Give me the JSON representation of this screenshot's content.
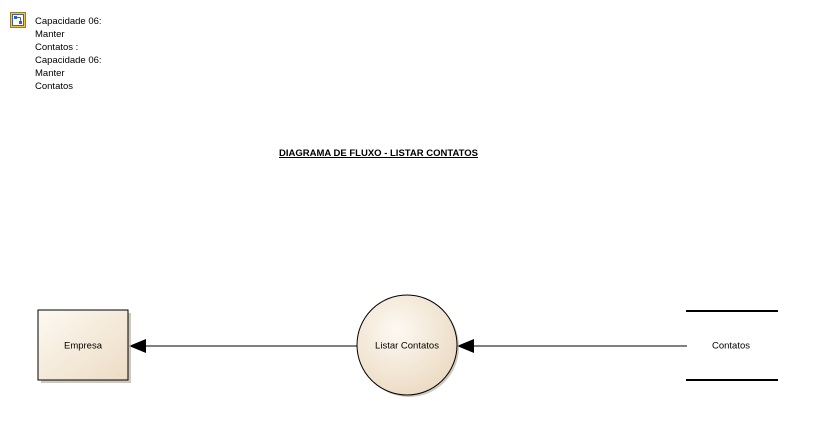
{
  "header": {
    "icon": "diagram-icon",
    "note_lines": [
      "Capacidade 06:",
      "Manter",
      "Contatos :",
      "Capacidade 06:",
      "Manter",
      "Contatos"
    ]
  },
  "title": "DIAGRAMA DE FLUXO - LISTAR CONTATOS",
  "nodes": {
    "external_entity": {
      "label": "Empresa"
    },
    "process": {
      "label": "Listar Contatos"
    },
    "data_store": {
      "label": "Contatos"
    }
  },
  "colors": {
    "node_fill_light": "#fdf9f2",
    "node_fill_dark": "#eddcc4",
    "stroke": "#000000"
  }
}
